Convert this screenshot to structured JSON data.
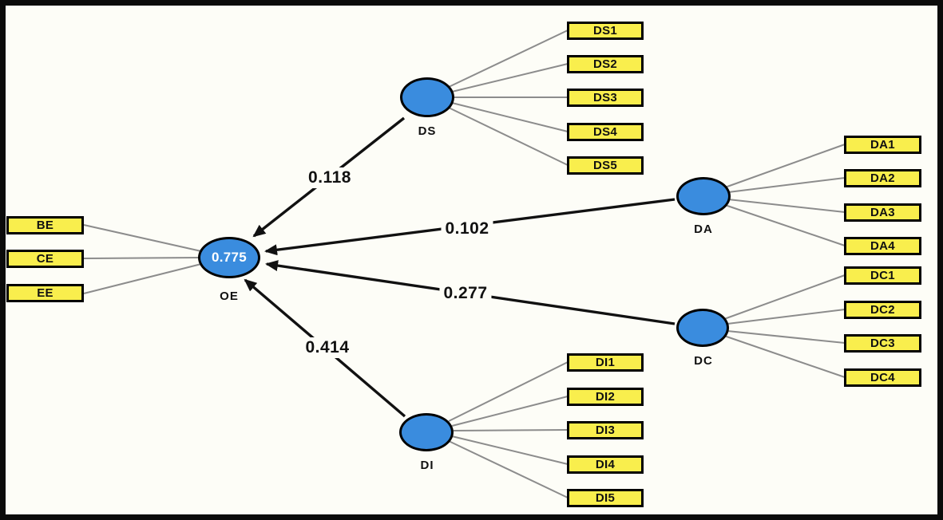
{
  "diagram": {
    "type": "sem-path-model",
    "colors": {
      "latent_fill": "#3A8CDE",
      "indicator_fill": "#F9EE4D",
      "node_border": "#000000",
      "structural_line": "#111111",
      "indicator_line": "#8C8C8C",
      "background": "#FDFDF7"
    },
    "latent": [
      {
        "id": "OE",
        "label": "OE",
        "value": "0.775"
      },
      {
        "id": "DS",
        "label": "DS"
      },
      {
        "id": "DA",
        "label": "DA"
      },
      {
        "id": "DC",
        "label": "DC"
      },
      {
        "id": "DI",
        "label": "DI"
      }
    ],
    "indicators": {
      "OE": [
        "BE",
        "CE",
        "EE"
      ],
      "DS": [
        "DS1",
        "DS2",
        "DS3",
        "DS4",
        "DS5"
      ],
      "DA": [
        "DA1",
        "DA2",
        "DA3",
        "DA4"
      ],
      "DC": [
        "DC1",
        "DC2",
        "DC3",
        "DC4"
      ],
      "DI": [
        "DI1",
        "DI2",
        "DI3",
        "DI4",
        "DI5"
      ]
    },
    "paths": [
      {
        "from": "DS",
        "to": "OE",
        "coefficient": "0.118"
      },
      {
        "from": "DA",
        "to": "OE",
        "coefficient": "0.102"
      },
      {
        "from": "DC",
        "to": "OE",
        "coefficient": "0.277"
      },
      {
        "from": "DI",
        "to": "OE",
        "coefficient": "0.414"
      }
    ]
  }
}
